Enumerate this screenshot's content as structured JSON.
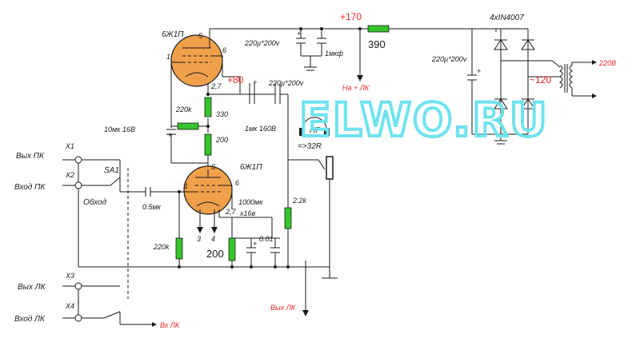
{
  "watermark": "ELWO.RU",
  "tubes": {
    "upper": {
      "type": "6Ж1П",
      "pin5": "5",
      "pin6": "6",
      "pin1": "1"
    },
    "lower": {
      "type": "6Ж1П",
      "pin5": "5",
      "pin6": "6",
      "pin1": "1",
      "pin3": "3",
      "pin4": "4"
    }
  },
  "voltages": {
    "supply": "+170",
    "mid": "+80",
    "ac": "~120",
    "mains": "220В"
  },
  "resistors": {
    "r390": "390",
    "r330": "330",
    "r200_top": "200",
    "r220k_top": "220k",
    "r2_2k": "2.2k",
    "r220k_bottom": "220k",
    "r200_bottom": "200"
  },
  "capacitors": {
    "c_supply": "220µ*200v",
    "c_1mkf": "1мкф",
    "c_rect": "220µ*200v",
    "c_anode": "220µ*200v",
    "c_1mk160": "1мк 160В",
    "c_10mk": "10мк 16В",
    "c_05mk": "0.5мк",
    "c_1000mk": "1000мк",
    "c_x16v": "x16в",
    "c_001": "0.01"
  },
  "misc": {
    "diodes": "4xIN4007",
    "filament_top": "2,7",
    "filament_bottom": "2,7",
    "hp": "HP",
    "hp_imp": "=>32R",
    "na_lk": "На + ЛК",
    "vykh_lk_out": "Вых ЛК",
    "vkh_lk_out": "Вх ЛК",
    "sa1": "SA1",
    "bypass": "Обход"
  },
  "connectors": [
    {
      "id": "X1",
      "label": "Вых ПК"
    },
    {
      "id": "X2",
      "label": "Вход ПК"
    },
    {
      "id": "X3",
      "label": "Вых ЛК"
    },
    {
      "id": "X4",
      "label": "Вход ЛК"
    }
  ],
  "colors": {
    "wire": "#1a1a1a",
    "resistor": "#35c42d",
    "tube": "#f0a04b",
    "voltage": "#e8262a",
    "watermark": "#6fe3ee"
  }
}
